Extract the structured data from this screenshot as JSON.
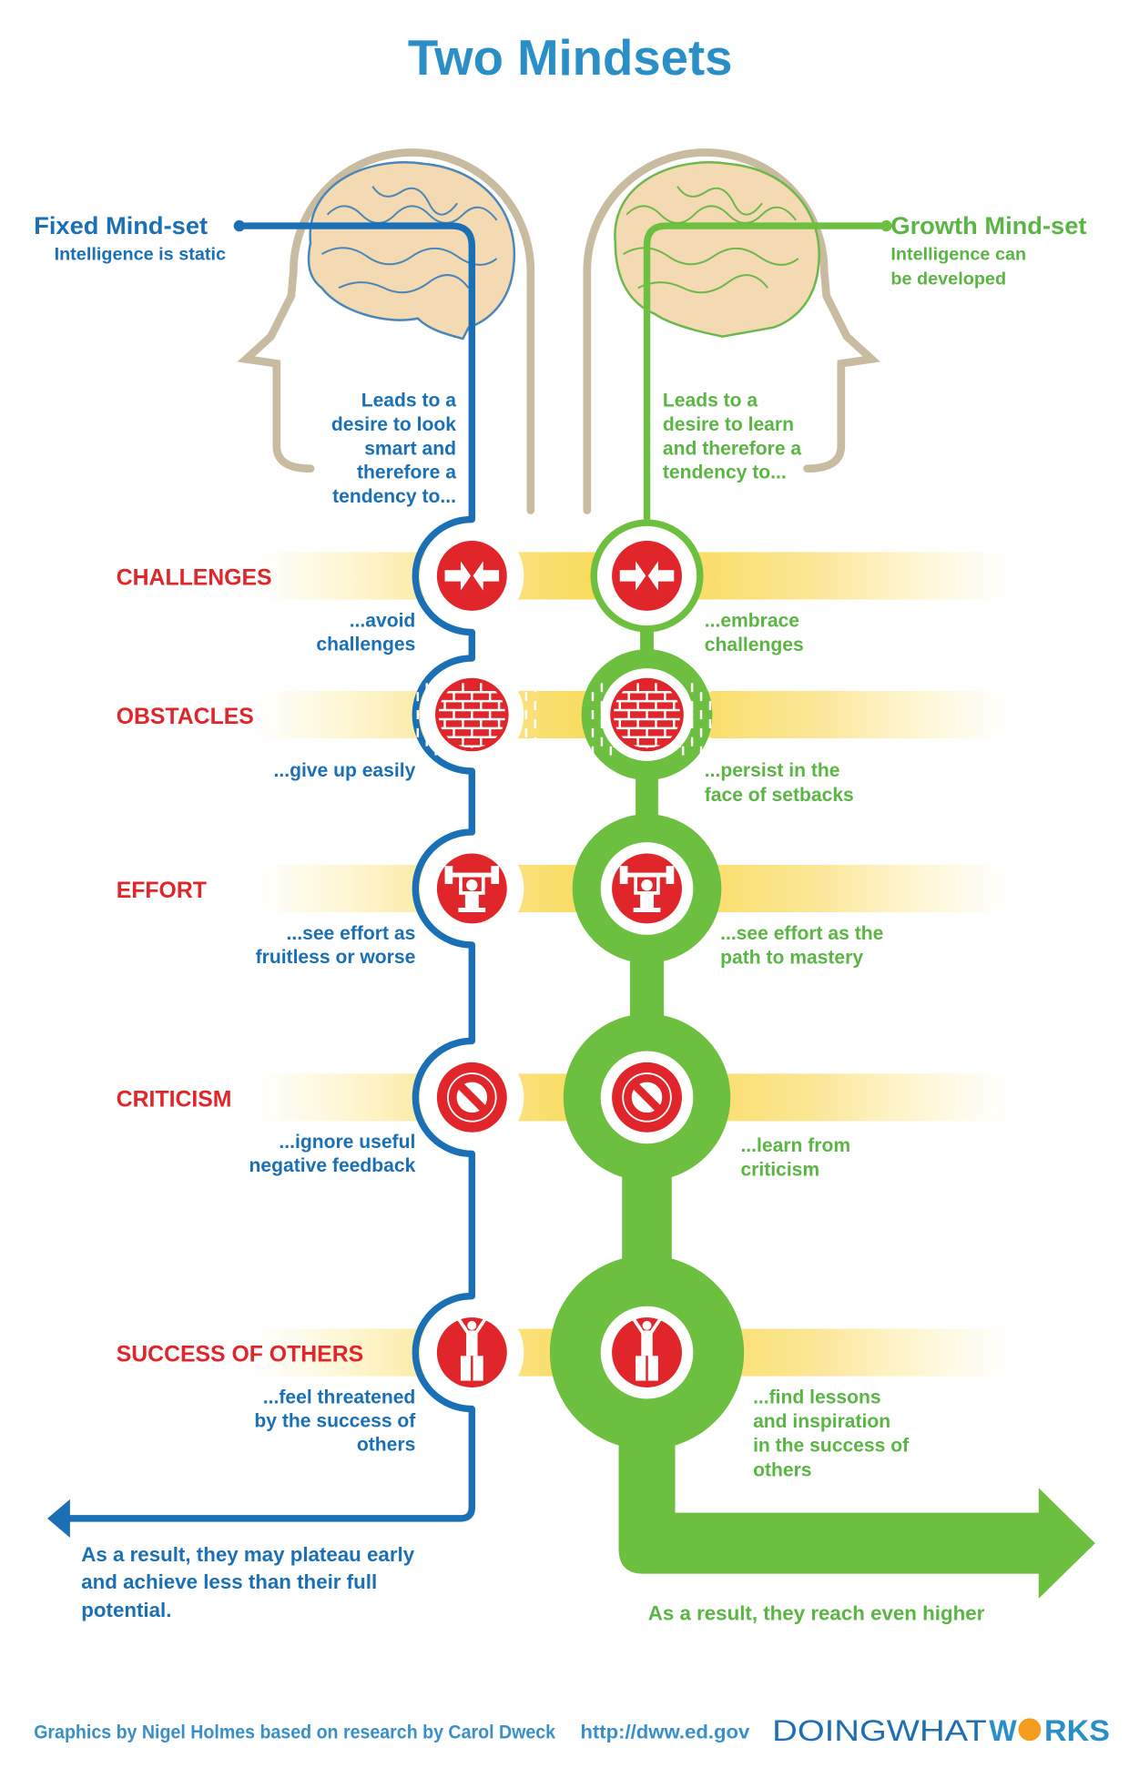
{
  "title": "Two Mindsets",
  "fixed": {
    "heading": "Fixed Mind-set",
    "subheading": "Intelligence is static",
    "leads_to": [
      "Leads to a",
      "desire to look",
      "smart and",
      "therefore a",
      "tendency to..."
    ],
    "result_bold": "As a result,",
    "result_lines": [
      "they may plateau early",
      "and achieve less than their full",
      "potential."
    ]
  },
  "growth": {
    "heading": "Growth Mind-set",
    "subheading": [
      "Intelligence can",
      "be developed"
    ],
    "leads_to": [
      "Leads to a",
      "desire to learn",
      "and therefore a",
      "tendency to..."
    ],
    "result_bold": "As a result,",
    "result_rest": "they reach even higher"
  },
  "rows": [
    {
      "category": "CHALLENGES",
      "icon": "opposing-arrows-icon",
      "fixed": [
        "...avoid",
        "challenges"
      ],
      "growth": [
        "...embrace",
        "challenges"
      ]
    },
    {
      "category": "OBSTACLES",
      "icon": "brick-wall-icon",
      "fixed": [
        "...give up easily"
      ],
      "growth": [
        "...persist in the",
        "face of setbacks"
      ]
    },
    {
      "category": "EFFORT",
      "icon": "weightlifter-icon",
      "fixed": [
        "...see effort as",
        "fruitless or worse"
      ],
      "growth": [
        "...see effort as the",
        "path to mastery"
      ]
    },
    {
      "category": "CRITICISM",
      "icon": "prohibited-icon",
      "fixed": [
        "...ignore useful",
        "negative feedback"
      ],
      "growth": [
        "...learn from",
        "criticism"
      ]
    },
    {
      "category": "SUCCESS OF OTHERS",
      "icon": "winner-podium-icon",
      "fixed": [
        "...feel threatened",
        "by the success of",
        "others"
      ],
      "growth": [
        "...find lessons",
        "and inspiration",
        "in the success of",
        "others"
      ]
    }
  ],
  "footer": {
    "credit": "Graphics by Nigel Holmes based on research by Carol Dweck",
    "url": "http://dww.ed.gov",
    "logo_left": "DOINGWHAT",
    "logo_o": "O",
    "logo_w": "W",
    "logo_right": "RKS"
  },
  "colors": {
    "blue": "#1a6fb5",
    "green": "#6cbf3f",
    "red": "#e0262b",
    "title": "#2a8fc7",
    "head": "#c9bba0"
  }
}
